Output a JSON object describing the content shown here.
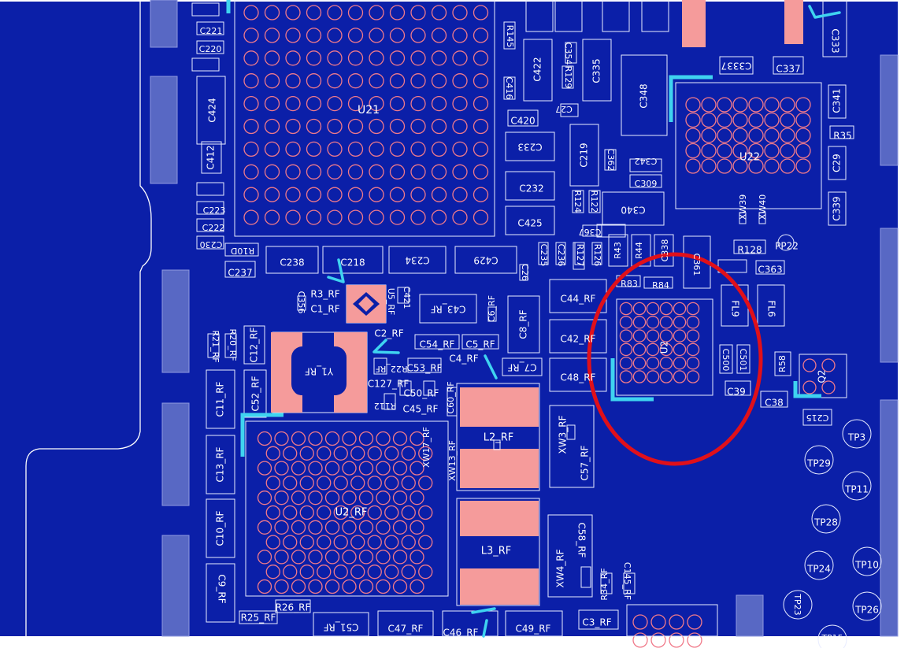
{
  "board": {
    "colors": {
      "board": "#0b1fa8",
      "outline": "#ffffff",
      "pad": "#f59b9b",
      "marker": "#3fd3f0",
      "highlight": "#e0101a",
      "ball": "#f07a8a"
    }
  },
  "components": [
    {
      "id": "U21",
      "label": "U21"
    },
    {
      "id": "U22",
      "label": "U22"
    },
    {
      "id": "U2_RF",
      "label": "U2_RF"
    },
    {
      "id": "U2",
      "label": "U2"
    },
    {
      "id": "Y1_RF",
      "label": "Y1_RF"
    },
    {
      "id": "L2_RF",
      "label": "L2_RF"
    },
    {
      "id": "L3_RF",
      "label": "L3_RF"
    },
    {
      "id": "Q2",
      "label": "Q2"
    },
    {
      "id": "C424",
      "label": "C424"
    },
    {
      "id": "C412",
      "label": "C412"
    },
    {
      "id": "C238",
      "label": "C238"
    },
    {
      "id": "C218",
      "label": "C218"
    },
    {
      "id": "C234",
      "label": "C234"
    },
    {
      "id": "C429",
      "label": "C429"
    },
    {
      "id": "C237",
      "label": "C237"
    },
    {
      "id": "C422",
      "label": "C422"
    },
    {
      "id": "C335",
      "label": "C335"
    },
    {
      "id": "C348",
      "label": "C348"
    },
    {
      "id": "C420",
      "label": "C420"
    },
    {
      "id": "C233",
      "label": "C233"
    },
    {
      "id": "C219",
      "label": "C219"
    },
    {
      "id": "C232",
      "label": "C232"
    },
    {
      "id": "C425",
      "label": "C425"
    },
    {
      "id": "C340",
      "label": "C340"
    },
    {
      "id": "C333",
      "label": "C333"
    },
    {
      "id": "C337",
      "label": "C337"
    },
    {
      "id": "C3337",
      "label": "C3337"
    },
    {
      "id": "C341",
      "label": "C341"
    },
    {
      "id": "C29",
      "label": "C29"
    },
    {
      "id": "C339",
      "label": "C339"
    },
    {
      "id": "R35",
      "label": "R35"
    },
    {
      "id": "R128",
      "label": "R128"
    },
    {
      "id": "PP22",
      "label": "PP22"
    },
    {
      "id": "C363",
      "label": "C363"
    },
    {
      "id": "FL9",
      "label": "FL9"
    },
    {
      "id": "FL6",
      "label": "FL6"
    },
    {
      "id": "R58",
      "label": "R58"
    },
    {
      "id": "C38",
      "label": "C38"
    },
    {
      "id": "C39",
      "label": "C39"
    },
    {
      "id": "C215",
      "label": "C215"
    },
    {
      "id": "C44_RF",
      "label": "C44_RF"
    },
    {
      "id": "C42_RF",
      "label": "C42_RF"
    },
    {
      "id": "C48_RF",
      "label": "C48_RF"
    },
    {
      "id": "C43_RF",
      "label": "C43_RF"
    },
    {
      "id": "C8_RF",
      "label": "C8_RF"
    },
    {
      "id": "C7_RF",
      "label": "C7_RF"
    },
    {
      "id": "C54_RF",
      "label": "C54_RF"
    },
    {
      "id": "C5_RF",
      "label": "C5_RF"
    },
    {
      "id": "C53_RF",
      "label": "C53_RF"
    },
    {
      "id": "C2_RF",
      "label": "C2_RF"
    },
    {
      "id": "C4_RF",
      "label": "C4_RF"
    },
    {
      "id": "R3_RF",
      "label": "R3_RF"
    },
    {
      "id": "C1_RF",
      "label": "C1_RF"
    },
    {
      "id": "C11_RF",
      "label": "C11_RF"
    },
    {
      "id": "C13_RF",
      "label": "C13_RF"
    },
    {
      "id": "C10_RF",
      "label": "C10_RF"
    },
    {
      "id": "C9_RF",
      "label": "C9_RF"
    },
    {
      "id": "C12_RF",
      "label": "C12_RF"
    },
    {
      "id": "C52_RF",
      "label": "C52_RF"
    },
    {
      "id": "XW3_RF",
      "label": "XW3_RF"
    },
    {
      "id": "C57_RF",
      "label": "C57_RF"
    },
    {
      "id": "XW4_RF",
      "label": "XW4_RF"
    },
    {
      "id": "C58_RF",
      "label": "C58_RF"
    },
    {
      "id": "C3_RF",
      "label": "C3_RF"
    },
    {
      "id": "C47_RF",
      "label": "C47_RF"
    },
    {
      "id": "C46_RF",
      "label": "C46_RF"
    },
    {
      "id": "C49_RF",
      "label": "C49_RF"
    },
    {
      "id": "C51_RF",
      "label": "C51_RF"
    },
    {
      "id": "R25_RF",
      "label": "R25_RF"
    },
    {
      "id": "R26_RF",
      "label": "R26_RF"
    },
    {
      "id": "C127_RF",
      "label": "C127_RF"
    },
    {
      "id": "C50_RF",
      "label": "C50_RF"
    },
    {
      "id": "C45_RF",
      "label": "C45_RF"
    },
    {
      "id": "R43",
      "label": "R43"
    },
    {
      "id": "R83",
      "label": "R83"
    },
    {
      "id": "R84",
      "label": "R84"
    },
    {
      "id": "TP3",
      "label": "TP3"
    },
    {
      "id": "TP29",
      "label": "TP29"
    },
    {
      "id": "TP11",
      "label": "TP11"
    },
    {
      "id": "TP28",
      "label": "TP28"
    },
    {
      "id": "TP24",
      "label": "TP24"
    },
    {
      "id": "TP10",
      "label": "TP10"
    },
    {
      "id": "TP23",
      "label": "TP23"
    },
    {
      "id": "TP26",
      "label": "TP26"
    },
    {
      "id": "TP15",
      "label": "TP15"
    },
    {
      "id": "C221",
      "label": "C221"
    },
    {
      "id": "C220",
      "label": "C220"
    },
    {
      "id": "C223",
      "label": "C223"
    },
    {
      "id": "C222",
      "label": "C222"
    },
    {
      "id": "C230",
      "label": "C230"
    },
    {
      "id": "R10D",
      "label": "R10D"
    },
    {
      "id": "C309",
      "label": "C309"
    },
    {
      "id": "C342",
      "label": "C342"
    },
    {
      "id": "XW39",
      "label": "XW39"
    },
    {
      "id": "XW40",
      "label": "XW40"
    },
    {
      "id": "R145",
      "label": "R145"
    },
    {
      "id": "C354",
      "label": "C354"
    },
    {
      "id": "R129",
      "label": "R129"
    },
    {
      "id": "C27",
      "label": "C27"
    },
    {
      "id": "C416",
      "label": "C416"
    },
    {
      "id": "C362",
      "label": "C362"
    },
    {
      "id": "C367",
      "label": "C367"
    },
    {
      "id": "R124",
      "label": "R124"
    },
    {
      "id": "R122",
      "label": "R122"
    },
    {
      "id": "R127",
      "label": "R127"
    },
    {
      "id": "R126",
      "label": "R126"
    },
    {
      "id": "C235",
      "label": "C235"
    },
    {
      "id": "C236",
      "label": "C236"
    },
    {
      "id": "C26",
      "label": "C26"
    },
    {
      "id": "C6_RF",
      "label": "C6_RF"
    },
    {
      "id": "C500",
      "label": "C500"
    },
    {
      "id": "C501",
      "label": "C501"
    },
    {
      "id": "R112",
      "label": "R112"
    },
    {
      "id": "R22_RF",
      "label": "R22_RF"
    },
    {
      "id": "C60_RF",
      "label": "C60_RF"
    },
    {
      "id": "XW17_RF",
      "label": "XW17_RF"
    },
    {
      "id": "XW13_RF",
      "label": "XW13_RF"
    },
    {
      "id": "R21_RF",
      "label": "R21_RF"
    },
    {
      "id": "R20_RF",
      "label": "R20_RF"
    },
    {
      "id": "C356",
      "label": "C356"
    },
    {
      "id": "U5_RF",
      "label": "U5_RF"
    },
    {
      "id": "C421",
      "label": "C421"
    },
    {
      "id": "R34_RF",
      "label": "R34_RF"
    },
    {
      "id": "C145_RF",
      "label": "C145_RF"
    },
    {
      "id": "C338",
      "label": "C338"
    },
    {
      "id": "C361",
      "label": "C361"
    },
    {
      "id": "R44",
      "label": "R44"
    }
  ]
}
